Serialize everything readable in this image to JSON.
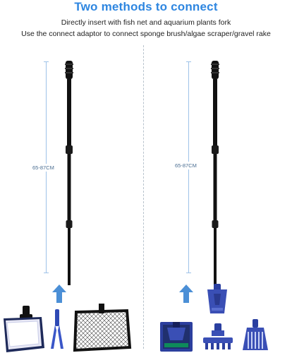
{
  "header": {
    "title": "Two methods to connect",
    "line1": "Directly insert with fish net and aquarium plants fork",
    "line2": "Use the connect adaptor to connect sponge brush/algae scraper/gravel rake"
  },
  "left_panel": {
    "length_label": "65-87CM"
  },
  "right_panel": {
    "length_label": "65-87CM"
  },
  "colors": {
    "title_blue": "#2e86e0",
    "arrow_blue": "#4b8fd6",
    "measure_blue": "#9ec2e8",
    "pole_black": "#111111",
    "attachment_blue": "#3a4fb5"
  },
  "icons": {
    "arrow": "up-arrow-icon"
  }
}
